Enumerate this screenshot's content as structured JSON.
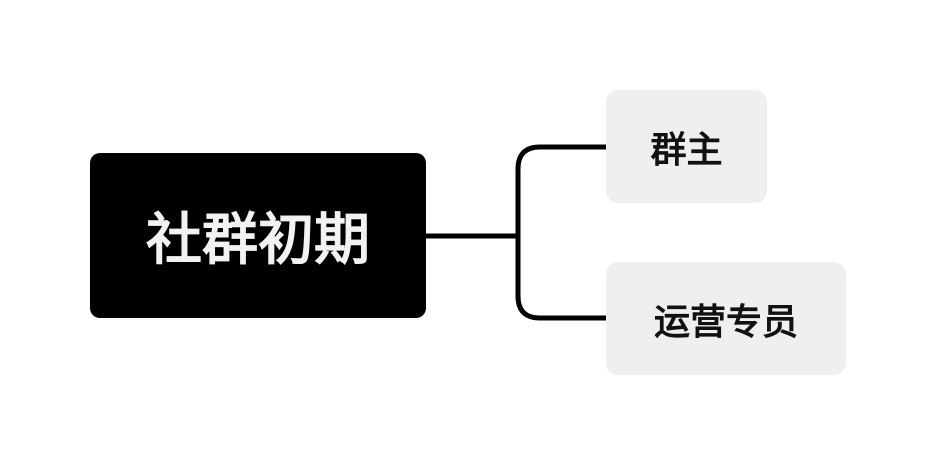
{
  "root": {
    "label": "社群初期"
  },
  "children": [
    {
      "label": "群主"
    },
    {
      "label": "运营专员"
    }
  ],
  "colors": {
    "root_bg": "#000000",
    "child_bg": "#efefef",
    "connector": "#000000"
  }
}
